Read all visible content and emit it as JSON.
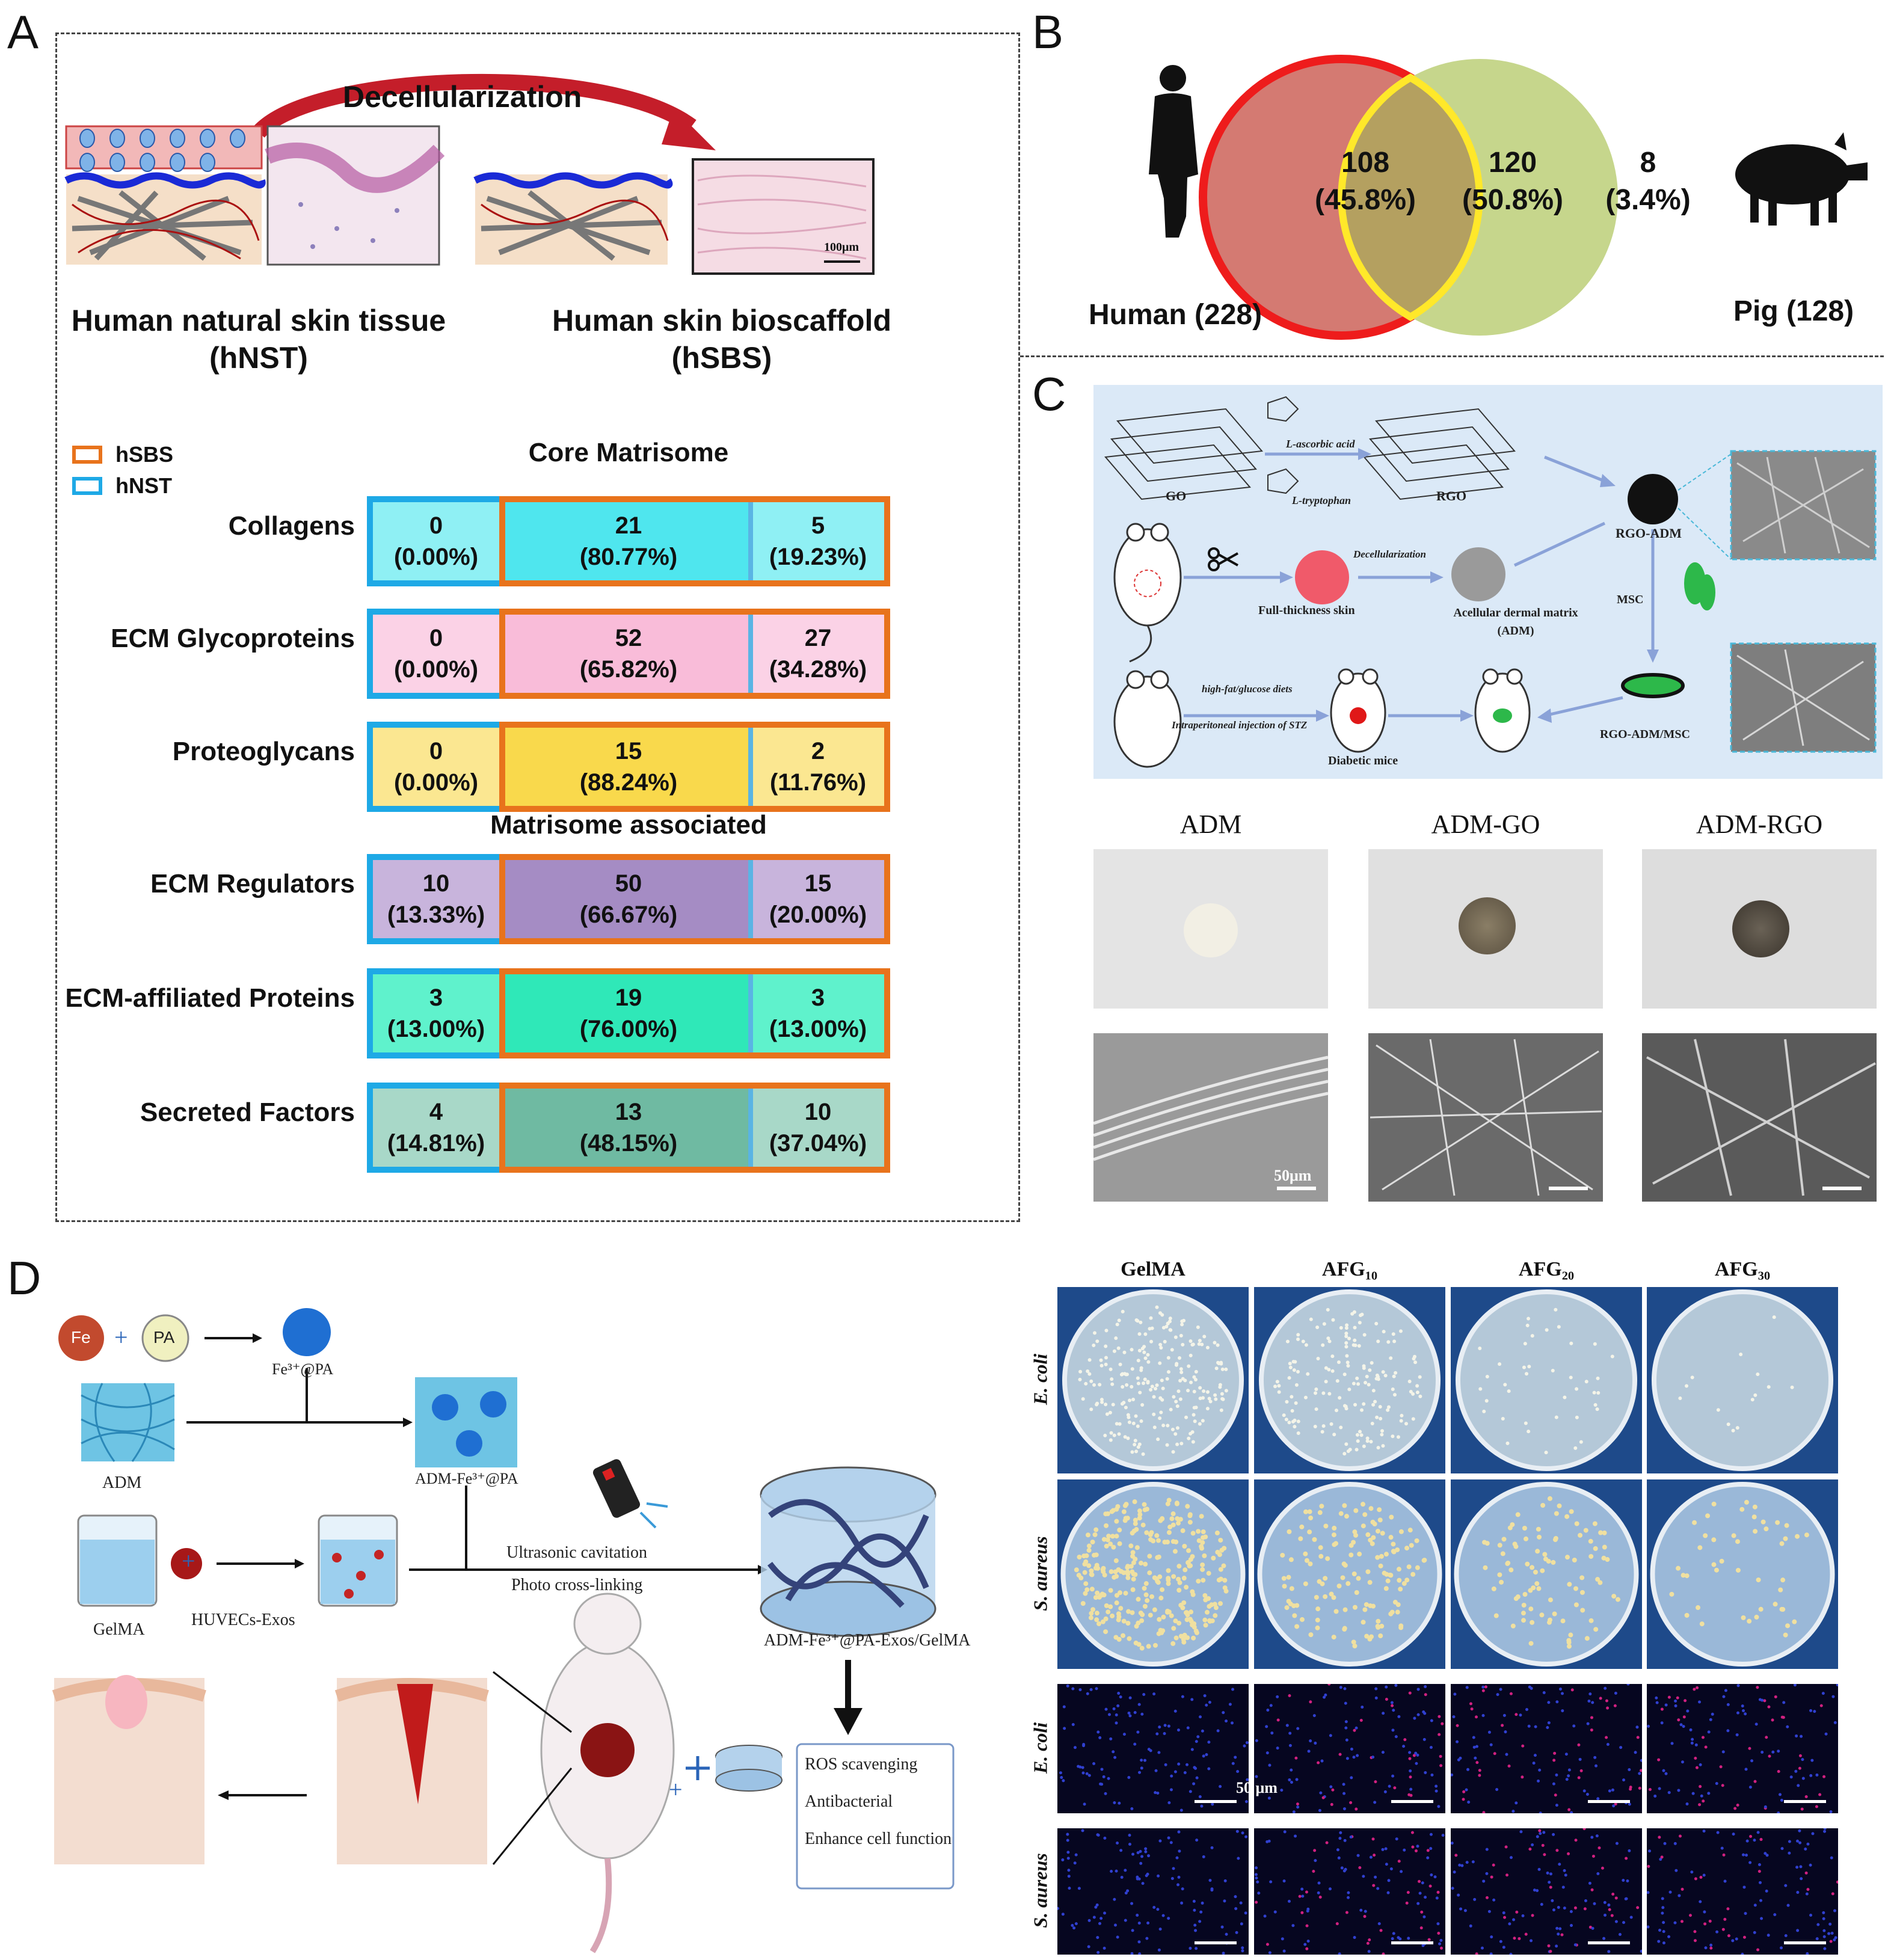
{
  "panels": {
    "A": "A",
    "B": "B",
    "C": "C",
    "D": "D"
  },
  "panelA": {
    "decell_label": "Decellularization",
    "hnst_title": "Human natural skin tissue",
    "hnst_abbr": "(hNST)",
    "hsbs_title": "Human skin bioscaffold",
    "hsbs_abbr": "(hSBS)",
    "scale_bar": "100μm",
    "legend": [
      {
        "label": "hSBS",
        "color": "#e8731c"
      },
      {
        "label": "hNST",
        "color": "#1ea9e6"
      }
    ],
    "section_core": "Core Matrisome",
    "section_assoc": "Matrisome associated",
    "rows": [
      {
        "label": "Collagens",
        "left": [
          "0",
          "(0.00%)"
        ],
        "mid": [
          "21",
          "(80.77%)"
        ],
        "right": [
          "5",
          "(19.23%)"
        ],
        "colors": [
          "#8ff0f4",
          "#4fe6ee",
          "#8ff0f4"
        ]
      },
      {
        "label": "ECM Glycoproteins",
        "left": [
          "0",
          "(0.00%)"
        ],
        "mid": [
          "52",
          "(65.82%)"
        ],
        "right": [
          "27",
          "(34.28%)"
        ],
        "colors": [
          "#fbd2e6",
          "#f9bcd9",
          "#fbd2e6"
        ]
      },
      {
        "label": "Proteoglycans",
        "left": [
          "0",
          "(0.00%)"
        ],
        "mid": [
          "15",
          "(88.24%)"
        ],
        "right": [
          "2",
          "(11.76%)"
        ],
        "colors": [
          "#fbe791",
          "#f9d94c",
          "#fbe791"
        ]
      },
      {
        "label": "ECM Regulators",
        "left": [
          "10",
          "(13.33%)"
        ],
        "mid": [
          "50",
          "(66.67%)"
        ],
        "right": [
          "15",
          "(20.00%)"
        ],
        "colors": [
          "#c8b4dc",
          "#a58cc4",
          "#c8b4dc"
        ]
      },
      {
        "label": "ECM-affiliated Proteins",
        "left": [
          "3",
          "(13.00%)"
        ],
        "mid": [
          "19",
          "(76.00%)"
        ],
        "right": [
          "3",
          "(13.00%)"
        ],
        "colors": [
          "#5ff2cc",
          "#2fe8b8",
          "#5ff2cc"
        ]
      },
      {
        "label": "Secreted Factors",
        "left": [
          "4",
          "(14.81%)"
        ],
        "mid": [
          "13",
          "(48.15%)"
        ],
        "right": [
          "10",
          "(37.04%)"
        ],
        "colors": [
          "#a8d8c8",
          "#6fbaa2",
          "#a8d8c8"
        ]
      }
    ]
  },
  "panelB": {
    "human_label": "Human (228)",
    "pig_label": "Pig (128)",
    "left_only": [
      "108",
      "(45.8%)"
    ],
    "overlap": [
      "120",
      "(50.8%)"
    ],
    "right_only": [
      "8",
      "(3.4%)"
    ],
    "colors": {
      "left_fill": "#d47a72",
      "left_ring": "#ee1c1c",
      "right_fill": "#c6d68c",
      "overlap_fill": "#b4a060",
      "overlap_ring": "#ffe82a"
    }
  },
  "panelC": {
    "go": "GO",
    "rgo": "RGO",
    "ascorbic": "L-ascorbic acid",
    "tryptophan": "L-tryptophan",
    "rgo_adm": "RGO-ADM",
    "decell": "Decellularization",
    "full_skin": "Full-thickness skin",
    "adm_long": "Acellular dermal matrix",
    "adm_abbr": "(ADM)",
    "msc": "MSC",
    "diet": "high-fat/glucose diets",
    "stz": "Intraperitoneal injection of STZ",
    "diabetic": "Diabetic mice",
    "rgo_adm_msc": "RGO-ADM/MSC",
    "photo_labels": [
      "ADM",
      "ADM-GO",
      "ADM-RGO"
    ],
    "scale_bar": "50μm"
  },
  "panelD": {
    "fe": "Fe",
    "pa": "PA",
    "plus": "+",
    "fe_pa": "Fe³⁺@PA",
    "adm": "ADM",
    "adm_fe_pa": "ADM-Fe³⁺@PA",
    "gelma": "GelMA",
    "huvecs": "HUVECs-Exos",
    "ultrasonic": "Ultrasonic cavitation",
    "photo_cross": "Photo cross-linking",
    "final": "ADM-Fe³⁺@PA-Exos/GelMA",
    "functions": [
      "ROS scavenging",
      "Antibacterial",
      "Enhance cell function"
    ],
    "plate_cols": [
      "GelMA",
      "AFG₁₀",
      "AFG₂₀",
      "AFG₃₀"
    ],
    "plate_rows": [
      "E. coli",
      "S. aureus",
      "E. coli",
      "S. aureus"
    ],
    "scale_bar": "50 μm"
  }
}
